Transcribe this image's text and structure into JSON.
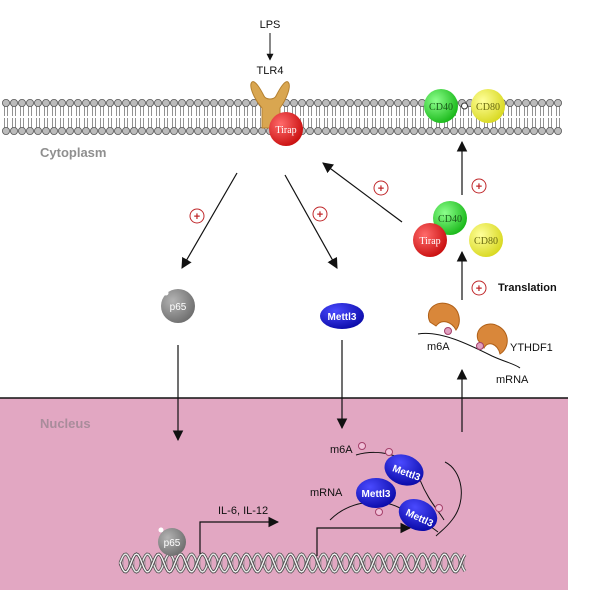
{
  "labels": {
    "lps": "LPS",
    "tlr4": "TLR4",
    "tirap": "Tirap",
    "cytoplasm": "Cytoplasm",
    "nucleus": "Nucleus",
    "p65": "p65",
    "mettl3": "Mettl3",
    "cd40": "CD40",
    "cd80": "CD80",
    "translation": "Translation",
    "m6a": "m6A",
    "ythdf1": "YTHDF1",
    "mrna": "mRNA",
    "il": "IL-6, IL-12",
    "plus": "+"
  },
  "colors": {
    "nucleus_fill": "#e2a7c2",
    "membrane_head": "#bcbcbc",
    "tlr4": "#d9a650",
    "tirap": "#e01b1b",
    "cd40": "#2fd12f",
    "cd80": "#e8e83a",
    "mettl3": "#1010c8",
    "p65": "#8a8a8a",
    "ythdf1": "#d9873a",
    "plus": "#c0282b"
  }
}
